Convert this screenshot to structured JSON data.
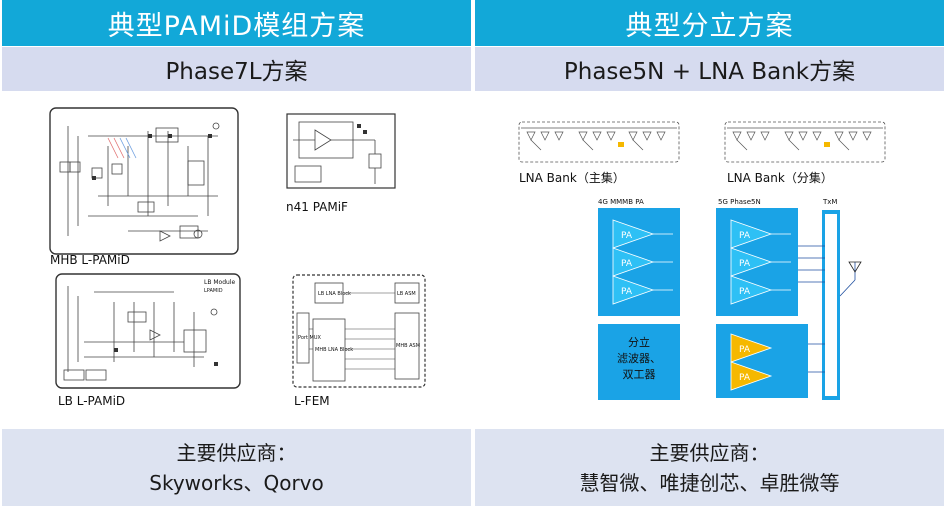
{
  "left": {
    "header": "典型PAMiD模组方案",
    "subheader": "Phase7L方案",
    "panels": {
      "mhb": "MHB L-PAMiD",
      "n41": "n41 PAMiF",
      "lb": "LB L-PAMiD",
      "lfem": "L-FEM"
    },
    "lb_module_title": "LB Module",
    "lb_module_sub": "LPAMID",
    "lfem_blocks": {
      "lb_lna": "LB LNA Block",
      "lb_asm": "LB ASM",
      "mhb_lna": "MHB LNA Block",
      "mhb_asm": "MHB ASM",
      "port_mux": "Port MUX"
    },
    "footer_label": "主要供应商：",
    "footer_vendors": "Skyworks、Qorvo"
  },
  "right": {
    "header": "典型分立方案",
    "subheader": "Phase5N + LNA Bank方案",
    "lna_main": "LNA Bank（主集）",
    "lna_div": "LNA Bank（分集）",
    "block_4g": "4G MMMB PA",
    "block_5g": "5G Phase5N",
    "block_txm": "TxM",
    "pa_label": "PA",
    "filter_lines": [
      "分立",
      "滤波器、",
      "双工器"
    ],
    "footer_label": "主要供应商：",
    "footer_vendors": "慧智微、唯捷创芯、卓胜微等"
  },
  "colors": {
    "header": "#12a8d8",
    "subheader": "#d6dbef",
    "footer": "#dde3f1",
    "pa_blue": "#1aa3e6",
    "pa_gold": "#f5b800"
  }
}
